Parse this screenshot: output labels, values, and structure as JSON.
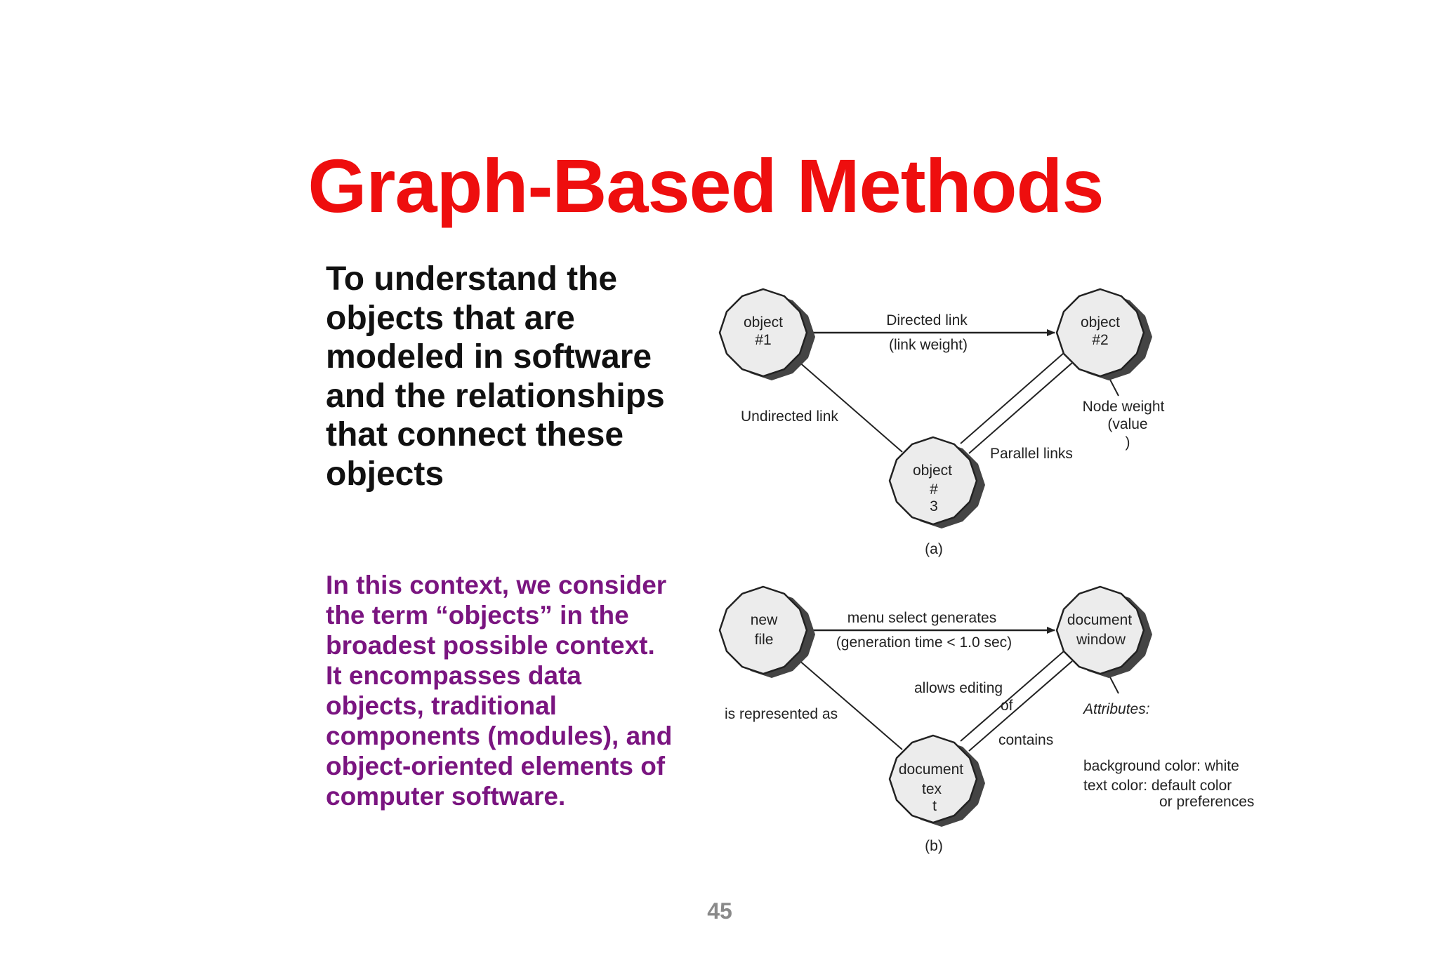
{
  "slide": {
    "title": "Graph-Based Methods",
    "intro_text": "To understand the objects that are modeled in software and the relationships that connect these objects",
    "context_text": "In this context, we consider the term “objects” in the broadest possible context. It encompasses data objects, traditional components (modules), and object-oriented elements of computer software.",
    "page_number": "45"
  },
  "colors": {
    "title": "#ee0e0e",
    "intro": "#111111",
    "context": "#7a1580",
    "page_number": "#8a8a8a"
  },
  "diagram_a": {
    "node1": [
      "object",
      "#1"
    ],
    "node2": [
      "object",
      "#2"
    ],
    "node3": [
      "object",
      "#",
      "3"
    ],
    "directed_link": "Directed link",
    "link_weight": "(link weight)",
    "undirected_link": "Undirected link",
    "parallel_links": "Parallel links",
    "node_weight": [
      "Node weight",
      "(value",
      ")"
    ],
    "caption": "(a)"
  },
  "diagram_b": {
    "node1": [
      "new",
      "file"
    ],
    "node2": [
      "document",
      "window"
    ],
    "node3": [
      "document",
      "tex",
      "t"
    ],
    "menu_select": "menu select generates",
    "generation_time": "(generation time  < 1.0 sec)",
    "represented_as": "is represented as",
    "allows_editing": "allows editing",
    "allows_editing_of": "of",
    "contains": "contains",
    "attributes": "Attributes:",
    "attr_line1": "background color: white",
    "attr_line2": "text color: default color",
    "attr_line3": "or preferences",
    "caption": "(b)"
  }
}
